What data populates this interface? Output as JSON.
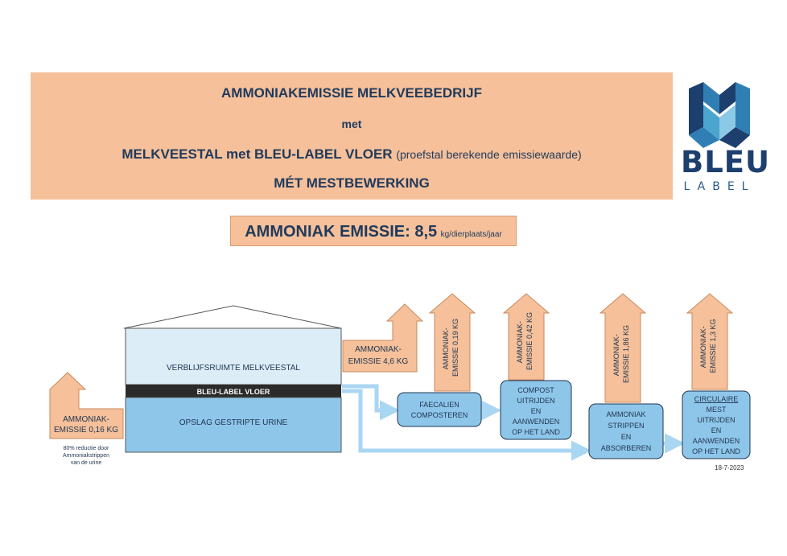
{
  "header": {
    "line1": "AMMONIAKEMISSIE MELKVEEBEDRIJF",
    "line2": "met",
    "line3_main": "MELKVEESTAL met BLEU-LABEL VLOER",
    "line3_sub": "(proefstal berekende emissiewaarde)",
    "line4": "MÉT MESTBEWERKING"
  },
  "logo": {
    "word1": "BLEU",
    "word2": "LABEL"
  },
  "emission": {
    "label": "AMMONIAK EMISSIE: 8,5",
    "unit": "kg/dierplaats/jaar"
  },
  "barn": {
    "upper": "VERBLIJFSRUIMTE MELKVEESTAL",
    "floor": "BLEU-LABEL VLOER",
    "lower": "OPSLAG GESTRIPTE URINE"
  },
  "arrows": {
    "left": [
      "AMMONIAK-",
      "EMISSIE 0,16 KG"
    ],
    "barn": [
      "AMMONIAK-",
      "EMISSIE 4,6 KG"
    ],
    "v1": [
      "AMMONIAK-",
      "EMISSIE 0,19 KG"
    ],
    "v2": [
      "AMMONIAK-",
      "EMISSIE 0,42 KG"
    ],
    "v3": [
      "AMMONIAK-",
      "EMISSIE 1,86 KG"
    ],
    "v4": [
      "AMMONIAK-",
      "EMISSIE 1,3 KG"
    ]
  },
  "note": [
    "80% reductie door",
    "Ammoniakstrippen",
    "van de urine"
  ],
  "boxes": {
    "faecalien": [
      "FAECALIEN",
      "COMPOSTEREN"
    ],
    "compost": [
      "COMPOST",
      "UITRIJDEN",
      "EN",
      "AANWENDEN",
      "OP HET LAND"
    ],
    "ammoniak": [
      "AMMONIAK",
      "STRIPPEN",
      "EN",
      "ABSORBEREN"
    ],
    "circulaire": [
      "CIRCULAIRE",
      "MEST",
      "UITRIJDEN",
      "EN",
      "AANWENDEN",
      "OP HET LAND"
    ]
  },
  "date": "18-7-2023",
  "colors": {
    "orange": "#f5c09a",
    "orange_border": "#c98a5e",
    "light_blue": "#dcedf7",
    "blue": "#8ec6ea",
    "flow_blue": "#a9d6f2",
    "navy": "#1f3a5c"
  }
}
